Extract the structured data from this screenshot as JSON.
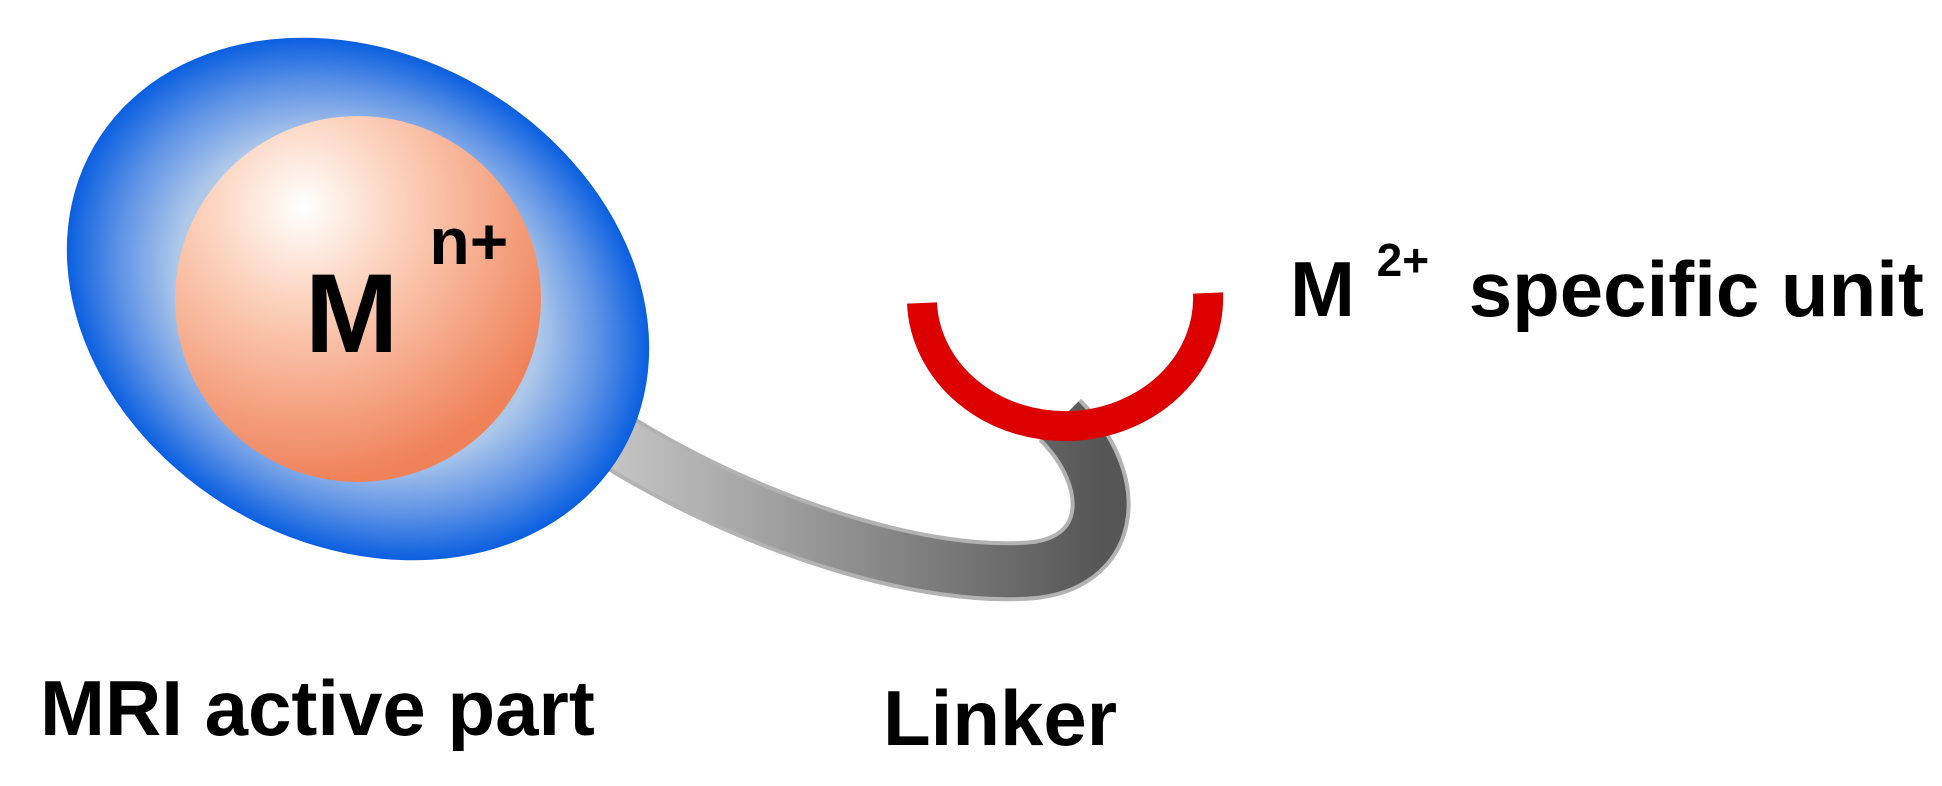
{
  "diagram": {
    "core_label": {
      "base": "M",
      "superscript": "n+"
    },
    "unit_label": {
      "base": "M",
      "superscript": "2+",
      "rest": "specific unit"
    },
    "mri_label": "MRI active part",
    "linker_label": "Linker"
  },
  "colors": {
    "shell_edge": "#0a5fe0",
    "shell_inner": "#aec8ea",
    "core_center": "#ffffff",
    "core_edge": "#f0825a",
    "linker_light": "#c4c4c4",
    "linker_dark": "#565656",
    "linker_outline": "#b2b2b2",
    "receptor": "#dd0000",
    "text": "#000000"
  }
}
